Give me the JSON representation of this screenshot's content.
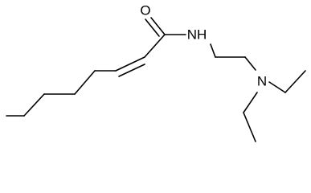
{
  "molecule": {
    "atoms": {
      "oxygen": "O",
      "amide_nitrogen": "NH",
      "amine_nitrogen": "N"
    }
  }
}
